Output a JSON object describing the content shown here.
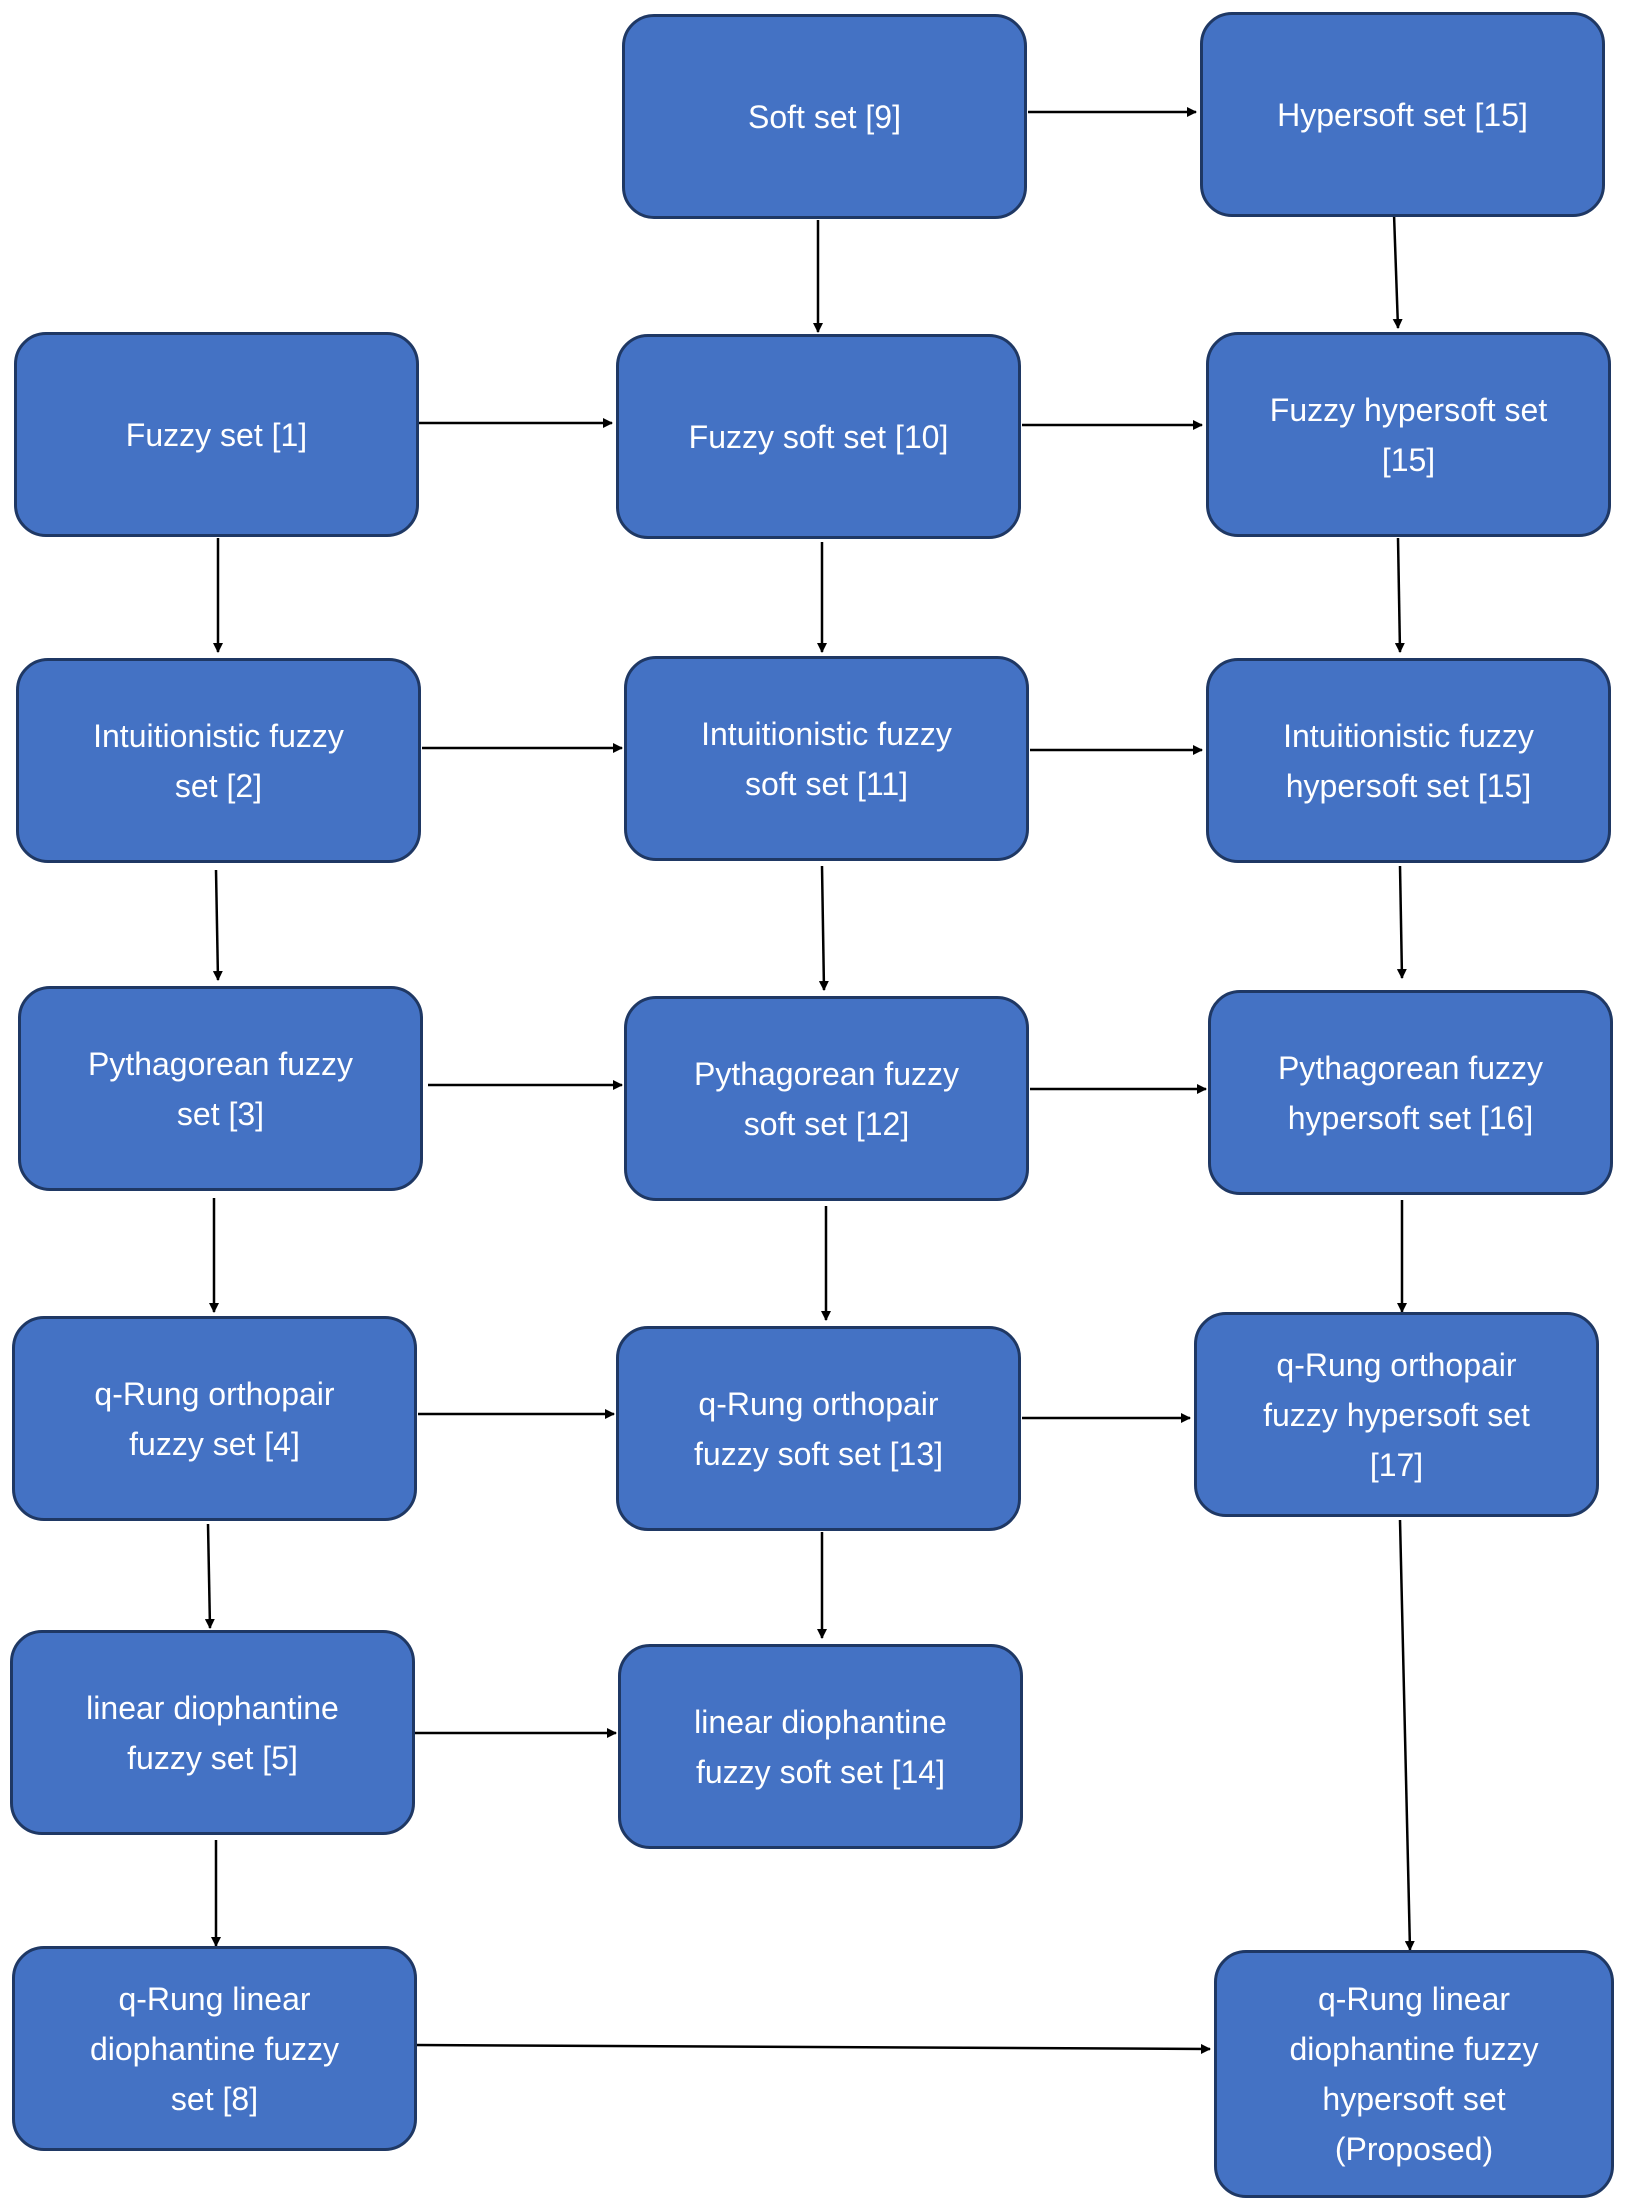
{
  "diagram": {
    "nodes": {
      "soft_set": "Soft set [9]",
      "hypersoft_set": "Hypersoft set [15]",
      "fuzzy_set": "Fuzzy set [1]",
      "fuzzy_soft_set": "Fuzzy soft set [10]",
      "fuzzy_hypersoft_set": "Fuzzy hypersoft set\n[15]",
      "ifs": "Intuitionistic fuzzy\nset [2]",
      "ifss": "Intuitionistic fuzzy\nsoft set [11]",
      "ifhs": "Intuitionistic fuzzy\nhypersoft set [15]",
      "pfs": "Pythagorean fuzzy\nset [3]",
      "pfss": "Pythagorean fuzzy\nsoft set [12]",
      "pfhs": "Pythagorean fuzzy\nhypersoft set [16]",
      "qrofs": "q-Rung orthopair\nfuzzy set [4]",
      "qrofss": "q-Rung orthopair\nfuzzy soft set [13]",
      "qrofhs": "q-Rung orthopair\nfuzzy hypersoft set\n[17]",
      "ldfs": "linear diophantine\nfuzzy set [5]",
      "ldfss": "linear diophantine\nfuzzy soft set [14]",
      "qrldfs": "q-Rung linear\ndiophantine fuzzy\nset [8]",
      "qrldfhs": "q-Rung linear\ndiophantine fuzzy\nhypersoft set\n(Proposed)"
    },
    "colors": {
      "node_fill": "#4472C4",
      "node_border": "#1F3864",
      "arrow": "#000000",
      "text": "#ffffff"
    }
  }
}
